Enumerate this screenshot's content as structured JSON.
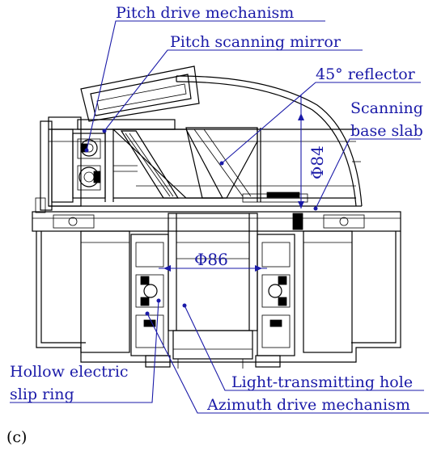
{
  "labels": {
    "pitch_drive": "Pitch drive mechanism",
    "pitch_mirror": "Pitch scanning mirror",
    "reflector": "45° reflector",
    "base_slab_line1": "Scanning",
    "base_slab_line2": "base slab",
    "slip_ring_line1": "Hollow electric",
    "slip_ring_line2": "slip ring",
    "light_hole": "Light-transmitting hole",
    "azimuth_drive": "Azimuth drive mechanism"
  },
  "dimensions": {
    "d84": "Φ84",
    "d86": "Φ86"
  },
  "caption": "(c)",
  "colors": {
    "annotation": "#1a1aa8",
    "drawing": "#000000"
  }
}
